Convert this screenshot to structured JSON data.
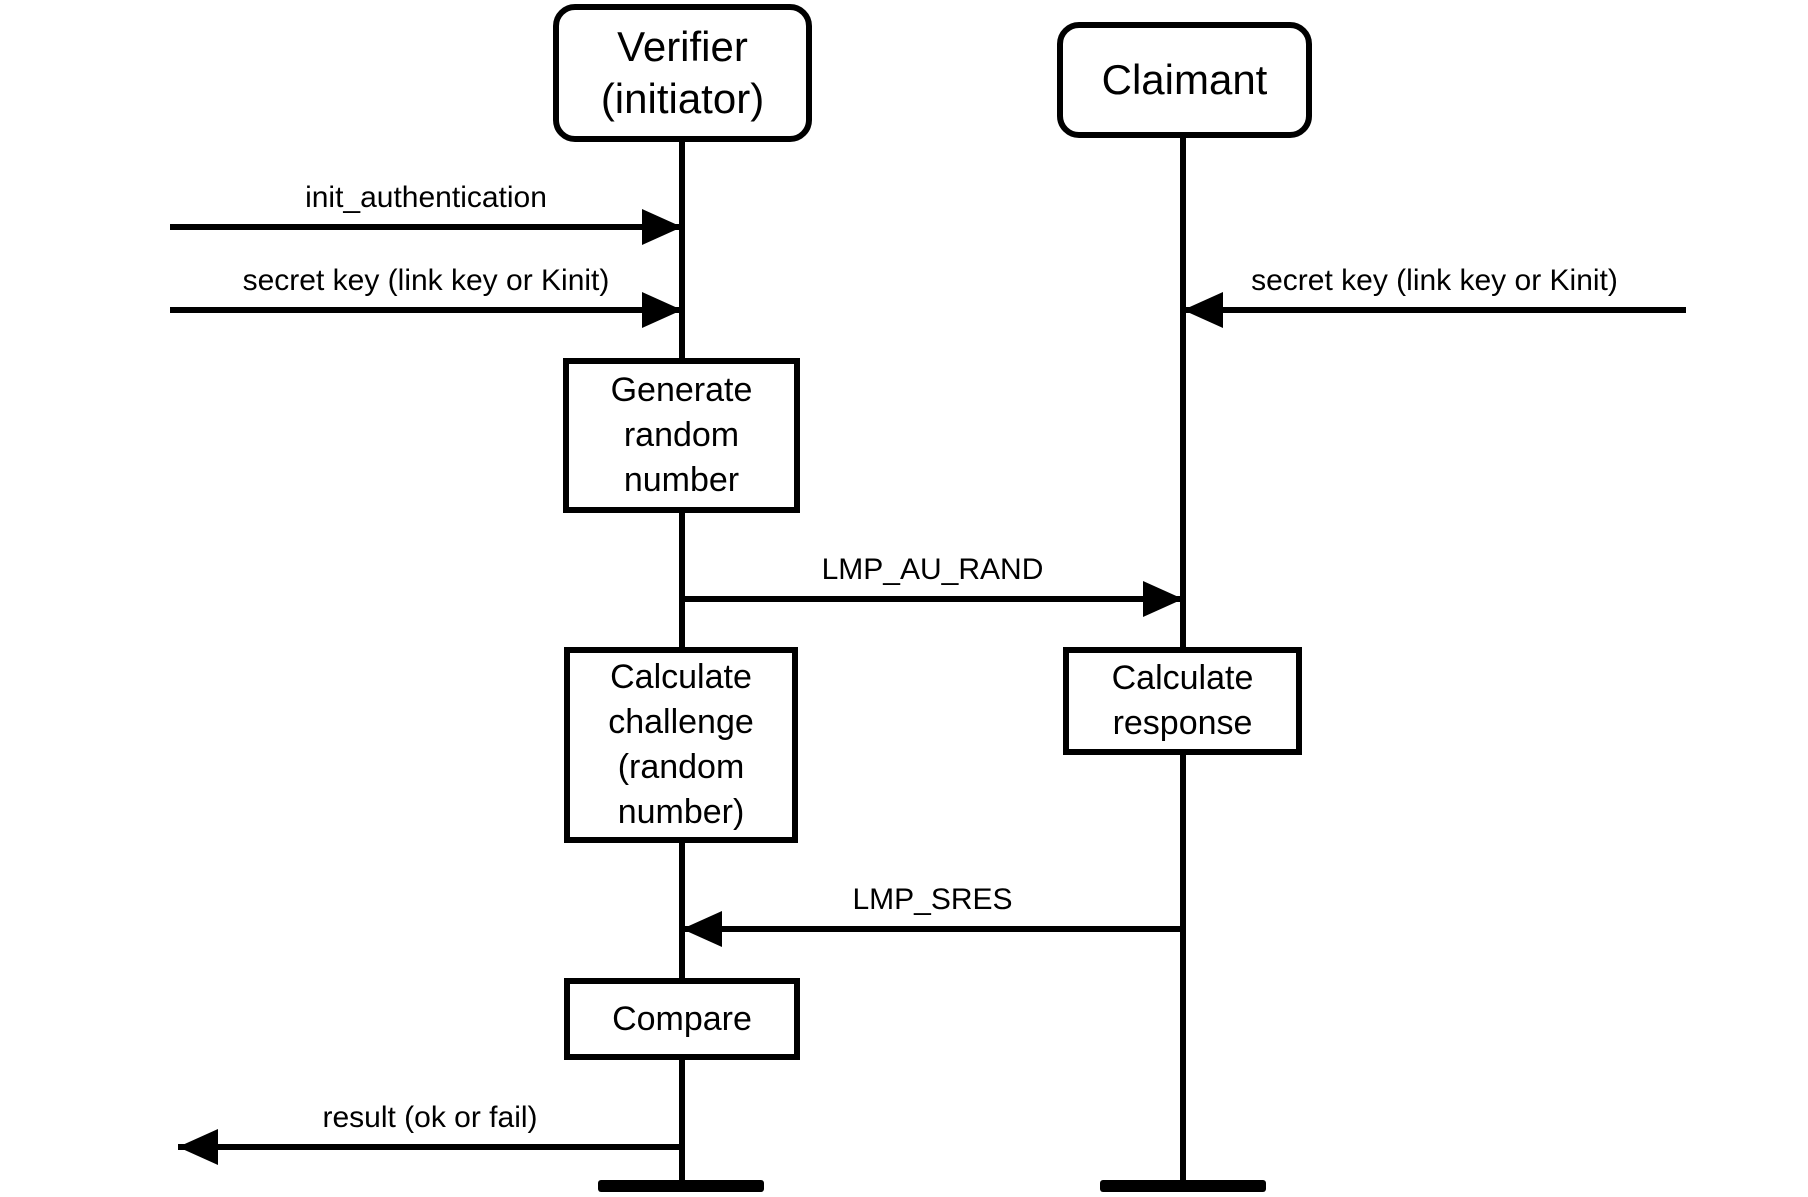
{
  "diagram": {
    "title_implicit": "Bluetooth LMP challenge-response authentication sequence",
    "colors": {
      "line": "#000000",
      "background": "#ffffff"
    },
    "actors": {
      "verifier": "Verifier\n(initiator)",
      "claimant": "Claimant"
    },
    "messages": {
      "init_authentication": "init_authentication",
      "secret_key_left": "secret key (link key or Kinit)",
      "secret_key_right": "secret key (link key or Kinit)",
      "lmp_au_rand": "LMP_AU_RAND",
      "lmp_sres": "LMP_SRES",
      "result": "result (ok or fail)"
    },
    "processes": {
      "generate_random": "Generate\nrandom\nnumber",
      "calculate_challenge": "Calculate\nchallenge\n(random\nnumber)",
      "calculate_response": "Calculate\nresponse",
      "compare": "Compare"
    }
  }
}
